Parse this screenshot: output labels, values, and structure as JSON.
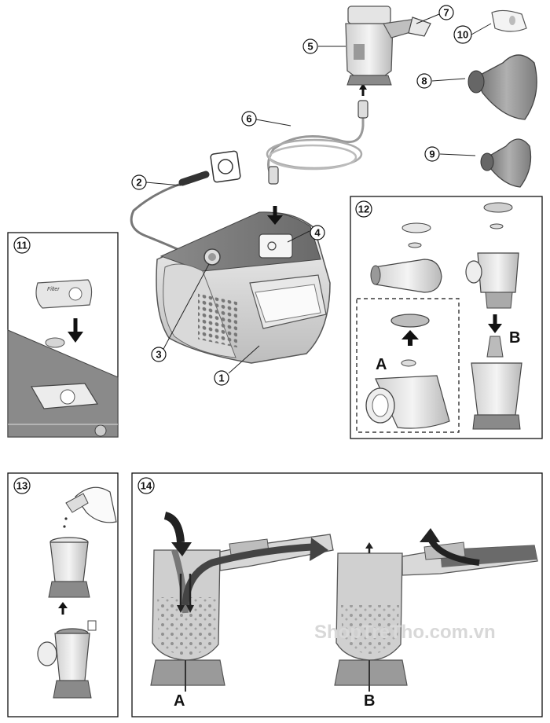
{
  "title": "Nebulizer components and assembly diagram",
  "parts": [
    {
      "id": "1",
      "label": "1"
    },
    {
      "id": "2",
      "label": "2"
    },
    {
      "id": "3",
      "label": "3"
    },
    {
      "id": "4",
      "label": "4"
    },
    {
      "id": "5",
      "label": "5"
    },
    {
      "id": "6",
      "label": "6"
    },
    {
      "id": "7",
      "label": "7"
    },
    {
      "id": "8",
      "label": "8"
    },
    {
      "id": "9",
      "label": "9"
    },
    {
      "id": "10",
      "label": "10"
    }
  ],
  "panels": {
    "p11": {
      "label": "11",
      "filter_text": "Filter"
    },
    "p12": {
      "label": "12",
      "step_a": "A",
      "step_b": "B"
    },
    "p13": {
      "label": "13"
    },
    "p14": {
      "label": "14",
      "mode_a": "A",
      "mode_b": "B"
    }
  },
  "watermark": "ShopTreTho.com.vn"
}
